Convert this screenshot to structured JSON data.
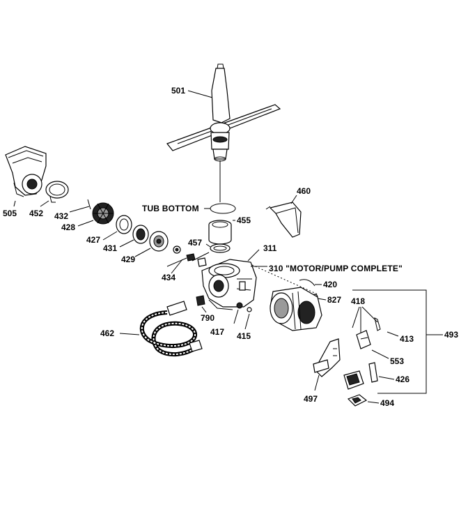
{
  "diagram": {
    "callouts": {
      "c501": "501",
      "c505": "505",
      "c452": "452",
      "c432": "432",
      "c428": "428",
      "c427": "427",
      "c431": "431",
      "c429": "429",
      "c434": "434",
      "c455": "455",
      "c457": "457",
      "c460": "460",
      "c311": "311",
      "c420": "420",
      "c827": "827",
      "c418": "418",
      "c413": "413",
      "c493": "493",
      "c553": "553",
      "c426": "426",
      "c497": "497",
      "c494": "494",
      "c790": "790",
      "c417": "417",
      "c415": "415",
      "c462": "462"
    },
    "tub_bottom": "TUB BOTTOM",
    "motor_pump": "310 \"MOTOR/PUMP COMPLETE\""
  }
}
